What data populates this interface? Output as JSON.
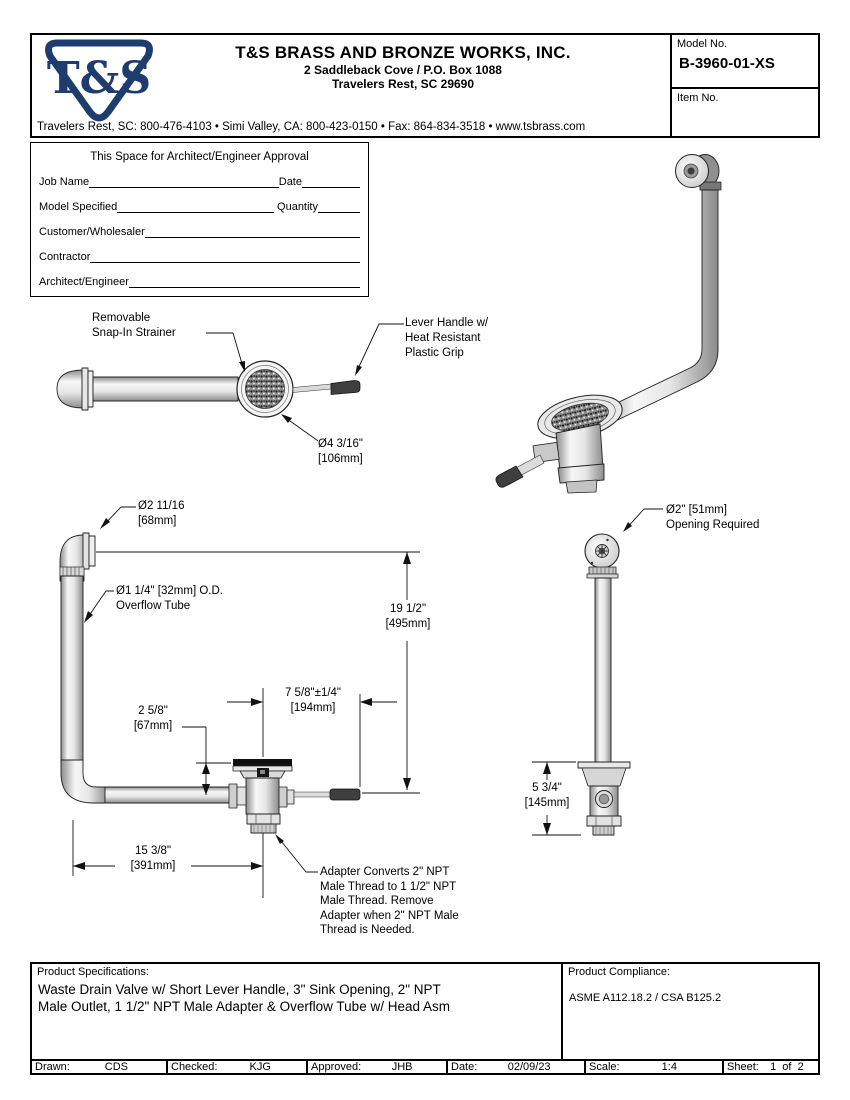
{
  "header": {
    "logo_text": "T&S",
    "company": "T&S BRASS AND BRONZE WORKS, INC.",
    "address1": "2 Saddleback Cove / P.O. Box 1088",
    "address2": "Travelers Rest, SC  29690",
    "phone_line": "Travelers Rest, SC: 800-476-4103 • Simi Valley, CA: 800-423-0150 • Fax: 864-834-3518 • www.tsbrass.com",
    "model_label": "Model No.",
    "model_value": "B-3960-01-XS",
    "item_label": "Item No."
  },
  "approval": {
    "title": "This Space for Architect/Engineer Approval",
    "rows": [
      {
        "label": "Job Name",
        "label2": "Date"
      },
      {
        "label": "Model Specified",
        "label2": " Quantity"
      },
      {
        "label": "Customer/Wholesaler"
      },
      {
        "label": "Contractor"
      },
      {
        "label": "Architect/Engineer"
      }
    ]
  },
  "labels": {
    "strainer": "Removable\nSnap-In Strainer",
    "lever": "Lever Handle w/\nHeat Resistant\nPlastic Grip",
    "strainer_dia": "Ø4 3/16\"\n[106mm]",
    "elbow_dia": "Ø2 11/16\n[68mm]",
    "overflow": "Ø1 1/4\" [32mm] O.D.\nOverflow Tube",
    "height": "19 1/2\"\n[495mm]",
    "lever_len": "7 5/8\"±1/4\"\n[194mm]",
    "flange_h": "2 5/8\"\n[67mm]",
    "length": "15 3/8\"\n[391mm]",
    "adapter_note": "Adapter Converts 2\" NPT\nMale Thread to 1 1/2\" NPT\nMale Thread. Remove\nAdapter when 2\" NPT Male\nThread is Needed.",
    "opening": "Ø2\"  [51mm]\nOpening Required",
    "body_h": "5 3/4\"\n[145mm]"
  },
  "specs": {
    "title": "Product Specifications:",
    "text": "Waste Drain Valve w/ Short Lever Handle, 3\" Sink Opening, 2\" NPT\nMale Outlet, 1 1/2\" NPT Male Adapter & Overflow Tube w/ Head Asm"
  },
  "compliance": {
    "title": "Product Compliance:",
    "text": "ASME A112.18.2 / CSA B125.2"
  },
  "footer": {
    "cells": [
      {
        "label": "Drawn:",
        "value": "CDS"
      },
      {
        "label": "Checked:",
        "value": "KJG"
      },
      {
        "label": "Approved:",
        "value": "JHB"
      },
      {
        "label": "Date:",
        "value": "02/09/23"
      },
      {
        "label": "Scale:",
        "value": "1:4"
      },
      {
        "label": "Sheet:",
        "value": "1  of  2"
      }
    ]
  },
  "colors": {
    "logo_navy": "#1e3c6e",
    "line": "#111111",
    "grip_dark": "#3f3f3f",
    "metal_light": "#f2f2f2",
    "metal_dark": "#8c8c8c"
  }
}
